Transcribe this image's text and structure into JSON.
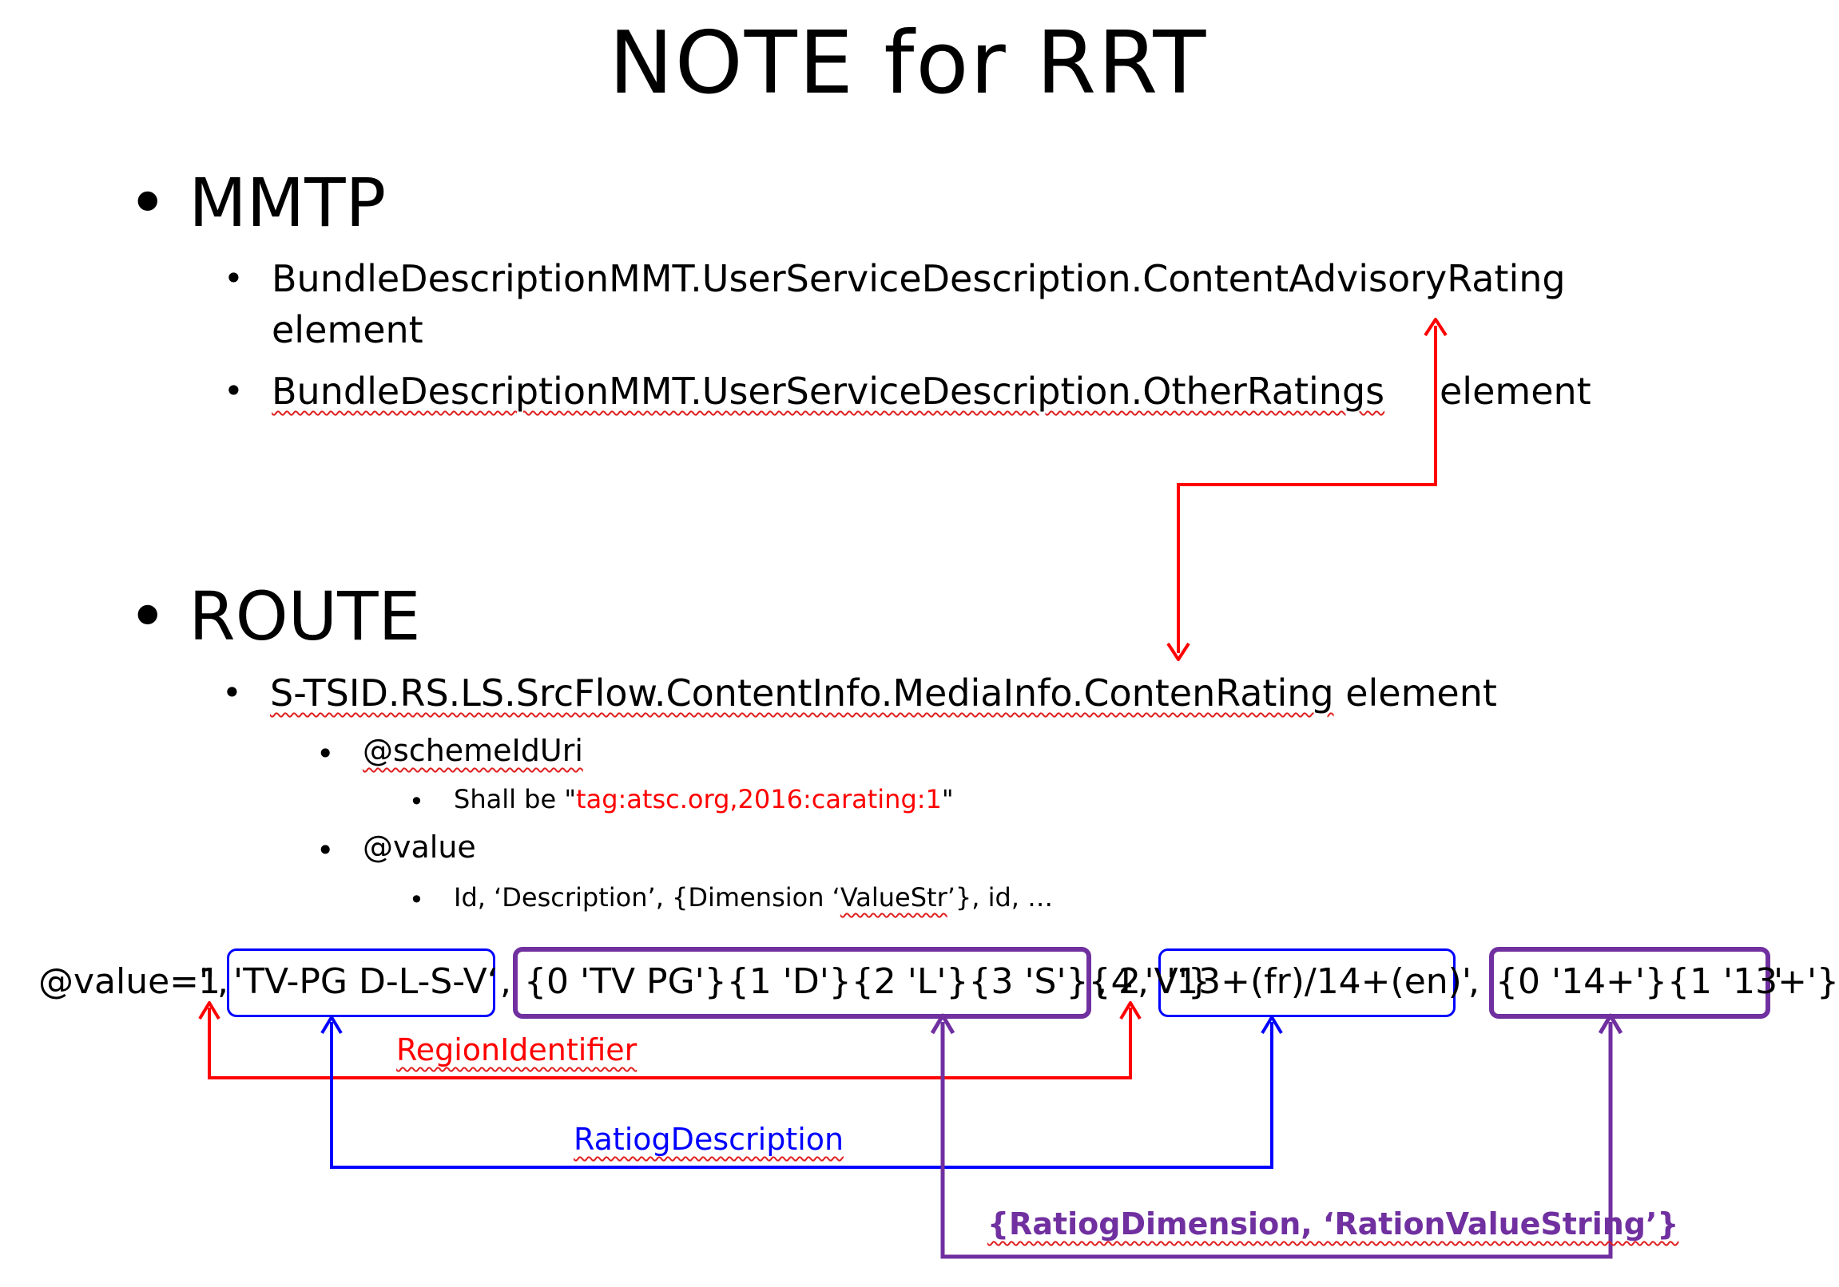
{
  "title": "NOTE for RRT",
  "bullet_char": "•",
  "mmtp": {
    "heading": "MMTP",
    "items": [
      {
        "line1": "BundleDescriptionMMT.UserServiceDescription.ContentAdvisoryRating",
        "line2": "element"
      },
      {
        "path": "BundleDescriptionMMT.UserServiceDescription.OtherRatings",
        "suffix": "element"
      }
    ]
  },
  "route": {
    "heading": "ROUTE",
    "item": {
      "path": "S-TSID.RS.LS.SrcFlow.ContentInfo.MediaInfo.ContenRating",
      "suffix": " element"
    },
    "scheme": {
      "attr": "@schemeIdUri",
      "rule_prefix": "Shall be \"",
      "rule_value": "tag:atsc.org,2016:carating:1",
      "rule_suffix": "\""
    },
    "value": {
      "attr": "@value",
      "format_prefix": "Id, ‘Description’, {Dimension ‘",
      "format_word": "ValueStr",
      "format_suffix": "’}, id, …"
    }
  },
  "example": {
    "prefix": "@value=\"",
    "num1": "1",
    "comma1": ",",
    "desc1": "'TV-PG D-L-S-V‘",
    "comma2": ",",
    "dims1": "{0 'TV PG'}{1 'D'}{2 'L'}{3 'S'}{4 'V'}",
    "comma3": ",",
    "num2": "2",
    "comma4": ",",
    "desc2": "'13+(fr)/14+(en)'",
    "comma5": ",",
    "dims2": "{0 '14+'}{1 '13+'}",
    "end": "'"
  },
  "labels": {
    "region": "RegionIdentifier",
    "description": "RatiogDescription",
    "dimension": "{RatiogDimension, ‘RationValueString’}"
  },
  "colors": {
    "region": "#ff0000",
    "description": "#0000ff",
    "dimension": "#7030a0"
  }
}
